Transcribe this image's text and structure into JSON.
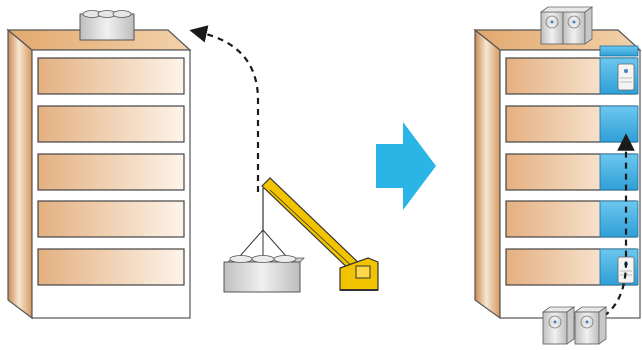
{
  "diagram": {
    "left_scene": {
      "building": {
        "floors": 5
      },
      "rooftop_unit": {
        "fans": 3
      },
      "ground_unit": {
        "fans": 3
      },
      "crane": {
        "color": "#f2c400"
      }
    },
    "transition_arrow": {
      "color": "#2bb5e6"
    },
    "right_scene": {
      "building": {
        "floors": 5
      },
      "rooftop_unit": {
        "modules": 2
      },
      "ground_units": {
        "count": 2
      },
      "shaft": {
        "color": "#3fb0e6"
      }
    },
    "colors": {
      "facade": "#e0a66e",
      "facade_dark": "#c98a53",
      "window_frame": "#4a4a4a",
      "unit_gray": "#d9d9d9",
      "path_dash": "#1a1a1a"
    }
  }
}
